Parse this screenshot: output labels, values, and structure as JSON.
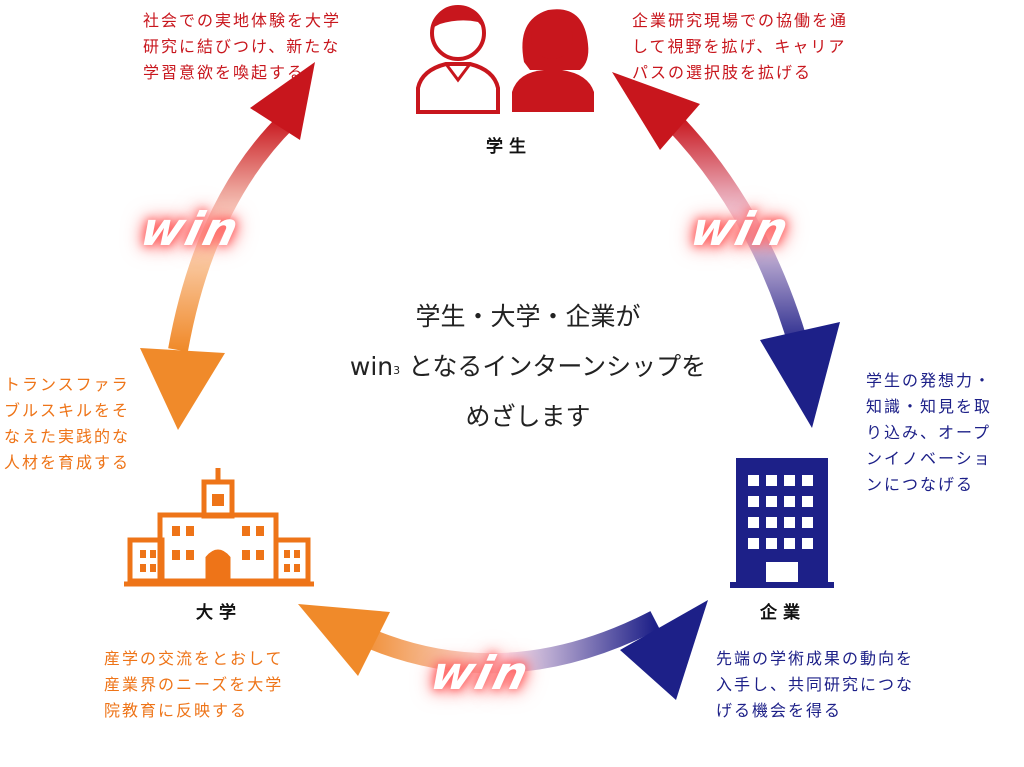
{
  "nodes": {
    "student": {
      "label": "学生"
    },
    "university": {
      "label": "大学"
    },
    "company": {
      "label": "企業"
    }
  },
  "center": {
    "line1": "学生・大学・企業が",
    "line2_win": "win",
    "line2_sup": "3",
    "line2_rest": " となるインターンシップを",
    "line3": "めざします"
  },
  "win_label": "win",
  "descriptions": {
    "top_left": [
      "社会での実地体験を大学",
      "研究に結びつけ、新たな",
      "学習意欲を喚起する"
    ],
    "top_right": [
      "企業研究現場での協働を通",
      "して視野を拡げ、キャリア",
      "パスの選択肢を拡げる"
    ],
    "left": [
      "トランスファラ",
      "ブルスキルをそ",
      "なえた実践的な",
      "人材を育成する"
    ],
    "right": [
      "学生の発想力・",
      "知識・知見を取",
      "り込み、オープ",
      "ンイノベーショ",
      "ンにつなげる"
    ],
    "bottom_left": [
      "産学の交流をとおして",
      "産業界のニーズを大学",
      "院教育に反映する"
    ],
    "bottom_right": [
      "先端の学術成果の動向を",
      "入手し、共同研究につな",
      "げる機会を得る"
    ]
  },
  "colors": {
    "red": "#c8161d",
    "orange": "#ee7418",
    "navy": "#1d2088"
  },
  "icons": [
    "student-male-icon",
    "student-female-icon",
    "university-building-icon",
    "company-building-icon"
  ]
}
